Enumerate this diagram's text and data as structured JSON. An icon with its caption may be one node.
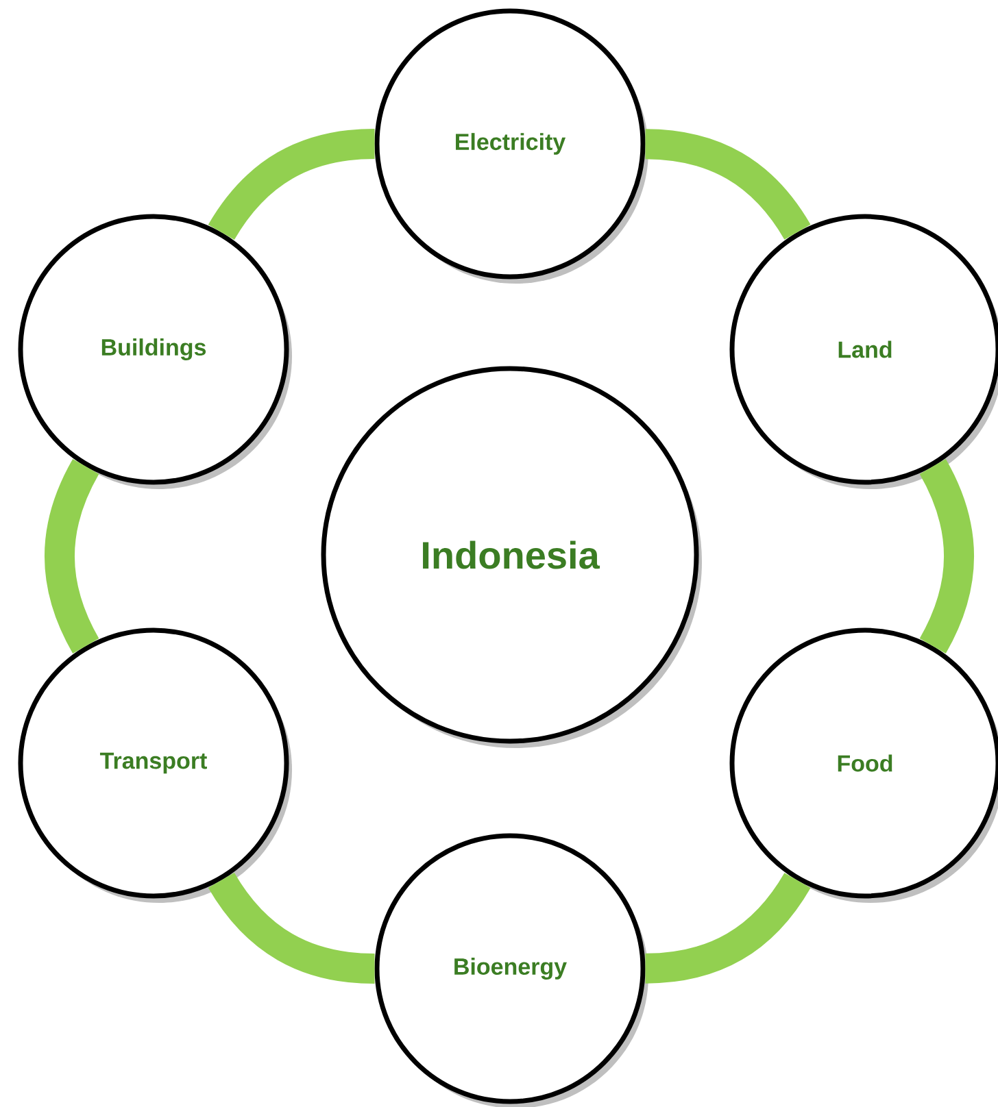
{
  "diagram": {
    "nodes": [
      {
        "text": [
          "Indonesia"
        ]
      },
      {
        "text": [
          "Electricity"
        ]
      },
      {
        "text": [
          "Land"
        ]
      },
      {
        "text": [
          "Food"
        ]
      },
      {
        "text": [
          "Bioenergy"
        ]
      },
      {
        "text": [
          "Transport"
        ]
      },
      {
        "text": [
          "Buildings"
        ]
      }
    ],
    "edges": [
      {
        "from": 1,
        "to": 2,
        "arrow": "none"
      },
      {
        "from": 2,
        "to": 3,
        "arrow": "none"
      },
      {
        "from": 3,
        "to": 4,
        "arrow": "none"
      },
      {
        "from": 4,
        "to": 5,
        "arrow": "none"
      },
      {
        "from": 5,
        "to": 6,
        "arrow": "none"
      },
      {
        "from": 6,
        "to": 1,
        "arrow": "none"
      }
    ]
  }
}
